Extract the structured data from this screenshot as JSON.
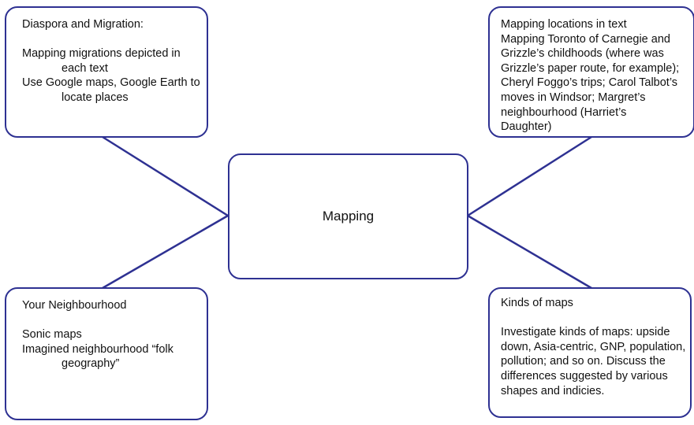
{
  "diagram": {
    "title": "Mapping concept map",
    "stroke_color": "#2e3192",
    "center": {
      "label": "Mapping"
    },
    "nodes": {
      "top_left": {
        "heading": "Diaspora and Migration:",
        "lines": [
          "Mapping migrations depicted in",
          "each text",
          "Use Google maps, Google Earth to",
          "locate places"
        ]
      },
      "top_right": {
        "heading": "Mapping locations in text",
        "lines": [
          "Mapping Toronto of Carnegie and",
          "Grizzle’s childhoods (where was",
          "Grizzle’s paper route, for example);",
          "Cheryl Foggo’s trips; Carol Talbot’s",
          "moves in Windsor; Margret’s",
          "neighbourhood (Harriet’s",
          "Daughter)"
        ]
      },
      "bottom_left": {
        "heading": "Your Neighbourhood",
        "lines": [
          "Sonic maps",
          "Imagined neighbourhood “folk",
          "geography”"
        ]
      },
      "bottom_right": {
        "heading": "Kinds of maps",
        "lines": [
          "Investigate kinds of maps:  upside",
          "down, Asia-centric, GNP, population,",
          "pollution; and so on. Discuss the",
          "differences suggested by various",
          "shapes and indicies."
        ]
      }
    },
    "edges": [
      {
        "from": "center",
        "to": "top_left"
      },
      {
        "from": "center",
        "to": "top_right"
      },
      {
        "from": "center",
        "to": "bottom_left"
      },
      {
        "from": "center",
        "to": "bottom_right"
      }
    ]
  }
}
